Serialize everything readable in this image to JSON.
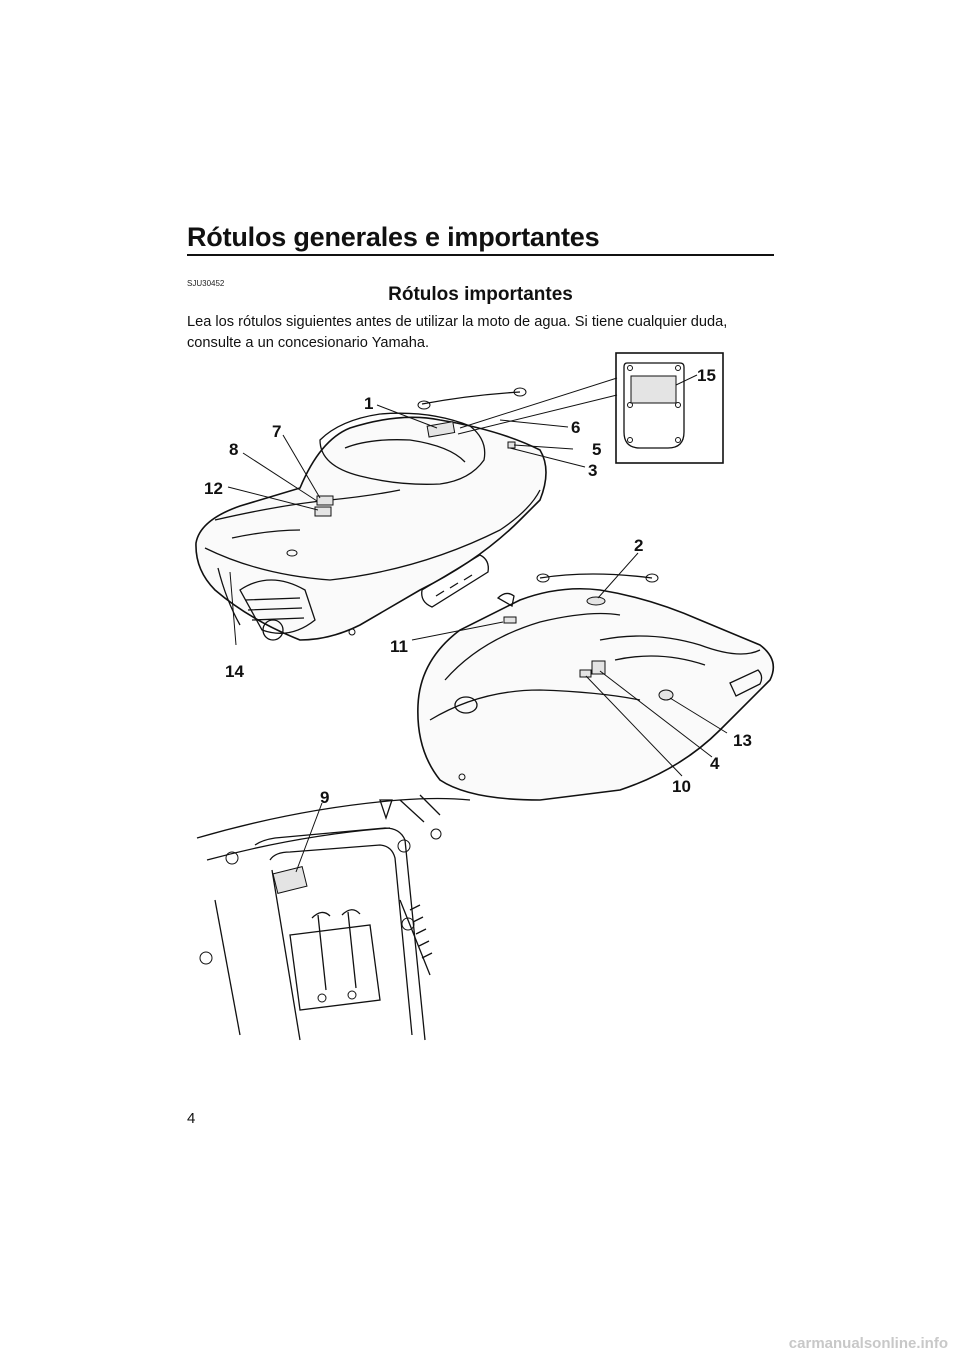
{
  "header": {
    "title": "Rótulos generales e importantes"
  },
  "section": {
    "code": "SJU30452",
    "heading": "Rótulos importantes",
    "intro": "Lea los rótulos siguientes antes de utilizar la moto de agua. Si tiene cualquier duda, consulte a un concesionario Yamaha."
  },
  "figure": {
    "callouts": {
      "c1": "1",
      "c2": "2",
      "c3": "3",
      "c4": "4",
      "c5": "5",
      "c6": "6",
      "c7": "7",
      "c8": "8",
      "c9": "9",
      "c10": "10",
      "c11": "11",
      "c12": "12",
      "c13": "13",
      "c14": "14",
      "c15": "15"
    }
  },
  "footer": {
    "page_number": "4",
    "watermark": "carmanualsonline.info"
  }
}
